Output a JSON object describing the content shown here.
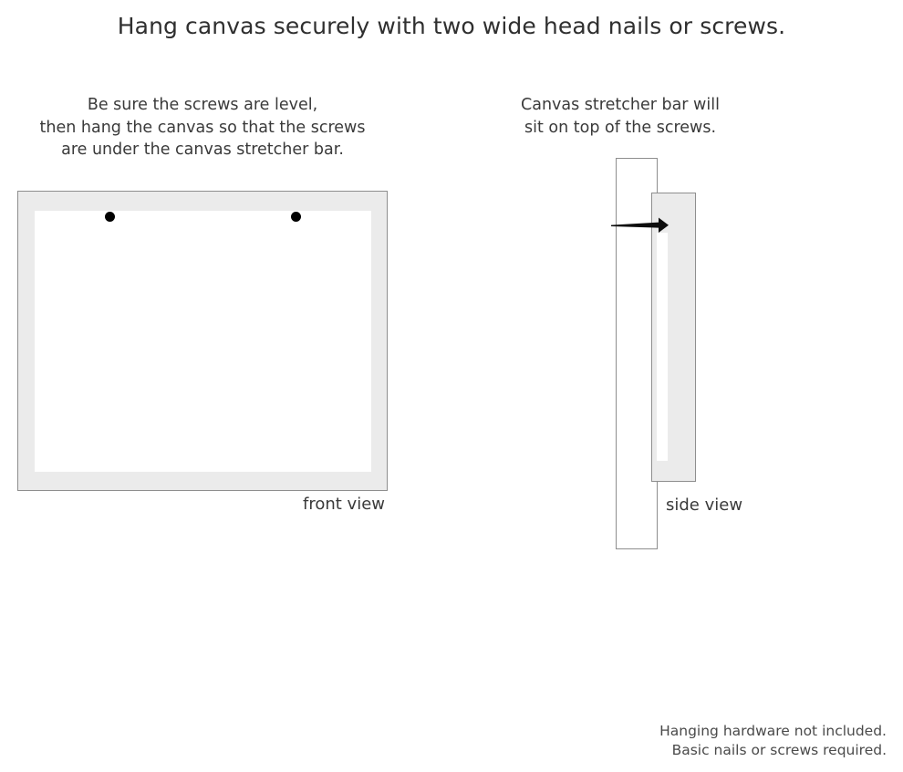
{
  "title": "Hang canvas securely with two wide head nails or screws.",
  "captions": {
    "left": [
      "Be sure the screws are level,",
      "then hang the canvas so that the screws",
      "are under the canvas stretcher bar."
    ],
    "right": [
      "Canvas stretcher bar will",
      "sit on top of the screws."
    ]
  },
  "diagrams": {
    "front": {
      "label": "front view",
      "frame_color": "#ebebeb",
      "frame_border_color": "#8e8e8e",
      "canvas_face_color": "#ffffff",
      "screw_color": "#000000",
      "screw_count": 2
    },
    "side": {
      "label": "side view",
      "wall_color": "#ffffff",
      "wall_border_color": "#8e8e8e",
      "bar_color": "#ebebeb",
      "bar_border_color": "#8e8e8e",
      "canvas_face_color": "#ffffff",
      "nail_color": "#0d0d0d"
    }
  },
  "footer": [
    "Hanging hardware not included.",
    "Basic nails or screws required."
  ]
}
